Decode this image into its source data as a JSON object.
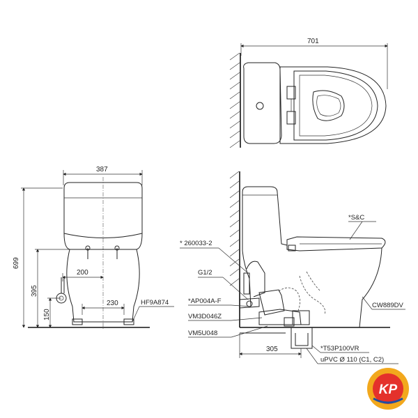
{
  "top_view": {
    "width_dim": "701"
  },
  "front_view": {
    "width_dim": "387",
    "height_dim": "699",
    "dim_395": "395",
    "dim_150": "150",
    "dim_200": "200",
    "dim_230": "230",
    "part_hf": "HF9A874"
  },
  "side_view": {
    "labels": {
      "sc": "*S&C",
      "p260033": "* 260033-2",
      "g12": "G1/2",
      "ap004": "*AP004A-F",
      "vm3d": "VM3D046Z",
      "vm5u": "VM5U048",
      "cw": "CW889DV",
      "t53": "*T53P100VR",
      "upvc": "uPVC   Ø 110 (C1, C2)"
    },
    "dim_305": "305"
  },
  "logo": {
    "text": "KP",
    "colors": {
      "outer": "#f2a81d",
      "inner": "#e4312b",
      "text": "#ffffff",
      "accent": "#1f4fa3"
    }
  }
}
